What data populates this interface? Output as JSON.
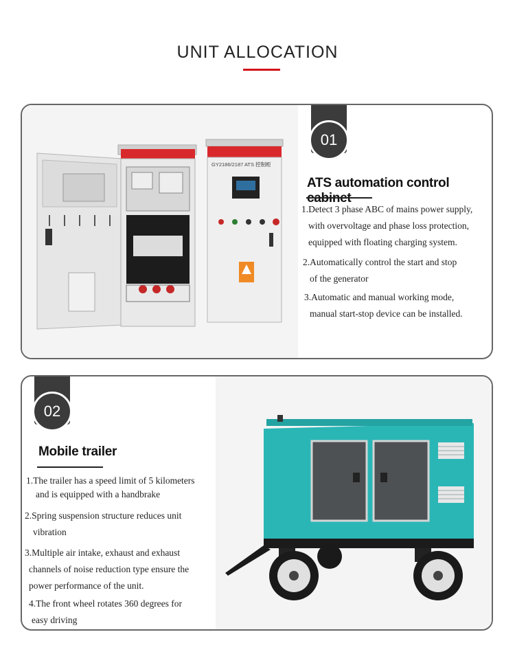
{
  "page": {
    "title": "UNIT ALLOCATION"
  },
  "sections": [
    {
      "number": "01",
      "heading": "ATS automation control cabinet",
      "cabinet_label": "GY2186/2187 ATS 控制柜",
      "features": [
        {
          "line1": "1.Detect 3 phase ABC of mains power supply,",
          "line2": "with overvoltage and phase loss protection,",
          "line3": "equipped with floating charging system."
        },
        {
          "line1": "2.Automatically control the start and stop",
          "line2": "of the generator"
        },
        {
          "line1": "3.Automatic and manual working mode,",
          "line2": "manual start-stop device can be installed."
        }
      ]
    },
    {
      "number": "02",
      "heading": "Mobile trailer",
      "features": [
        {
          "line1": "1.The trailer has a speed limit of 5 kilometers",
          "line2": "and is equipped with a handbrake"
        },
        {
          "line1": "2.Spring suspension structure reduces unit",
          "line2": "vibration"
        },
        {
          "line1": "3.Multiple air intake, exhaust and exhaust",
          "line2": "channels of noise reduction type ensure the",
          "line3": "power performance of the unit."
        },
        {
          "line1": "4.The front wheel rotates 360 degrees for",
          "line2": "easy driving"
        }
      ]
    }
  ],
  "colors": {
    "accent": "#d3121a",
    "tab": "#3b3b3b",
    "generator": "#2bb6b6",
    "door": "#4e5153"
  },
  "icons": [
    "warning-icon"
  ]
}
